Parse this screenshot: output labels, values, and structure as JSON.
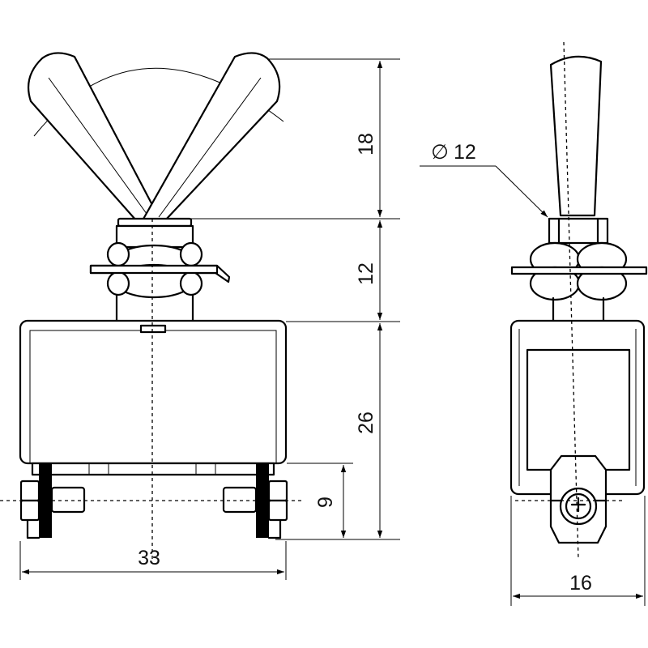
{
  "dimensions": {
    "lever_height": "18",
    "bushing_height": "12",
    "body_height": "26",
    "terminal_offset": "9",
    "body_width": "33",
    "side_width": "16",
    "bushing_diameter_symbol": "∅",
    "bushing_diameter": "12"
  }
}
